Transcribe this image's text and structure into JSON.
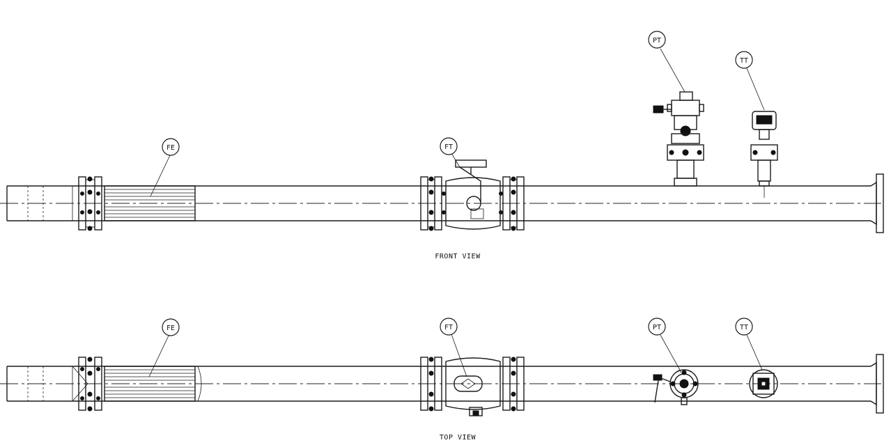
{
  "views": {
    "front": {
      "label": "FRONT VIEW",
      "tags": {
        "fe": "FE",
        "ft": "FT",
        "pt": "PT",
        "tt": "TT"
      }
    },
    "top": {
      "label": "TOP VIEW",
      "tags": {
        "fe": "FE",
        "ft": "FT",
        "pt": "PT",
        "tt": "TT"
      }
    }
  }
}
